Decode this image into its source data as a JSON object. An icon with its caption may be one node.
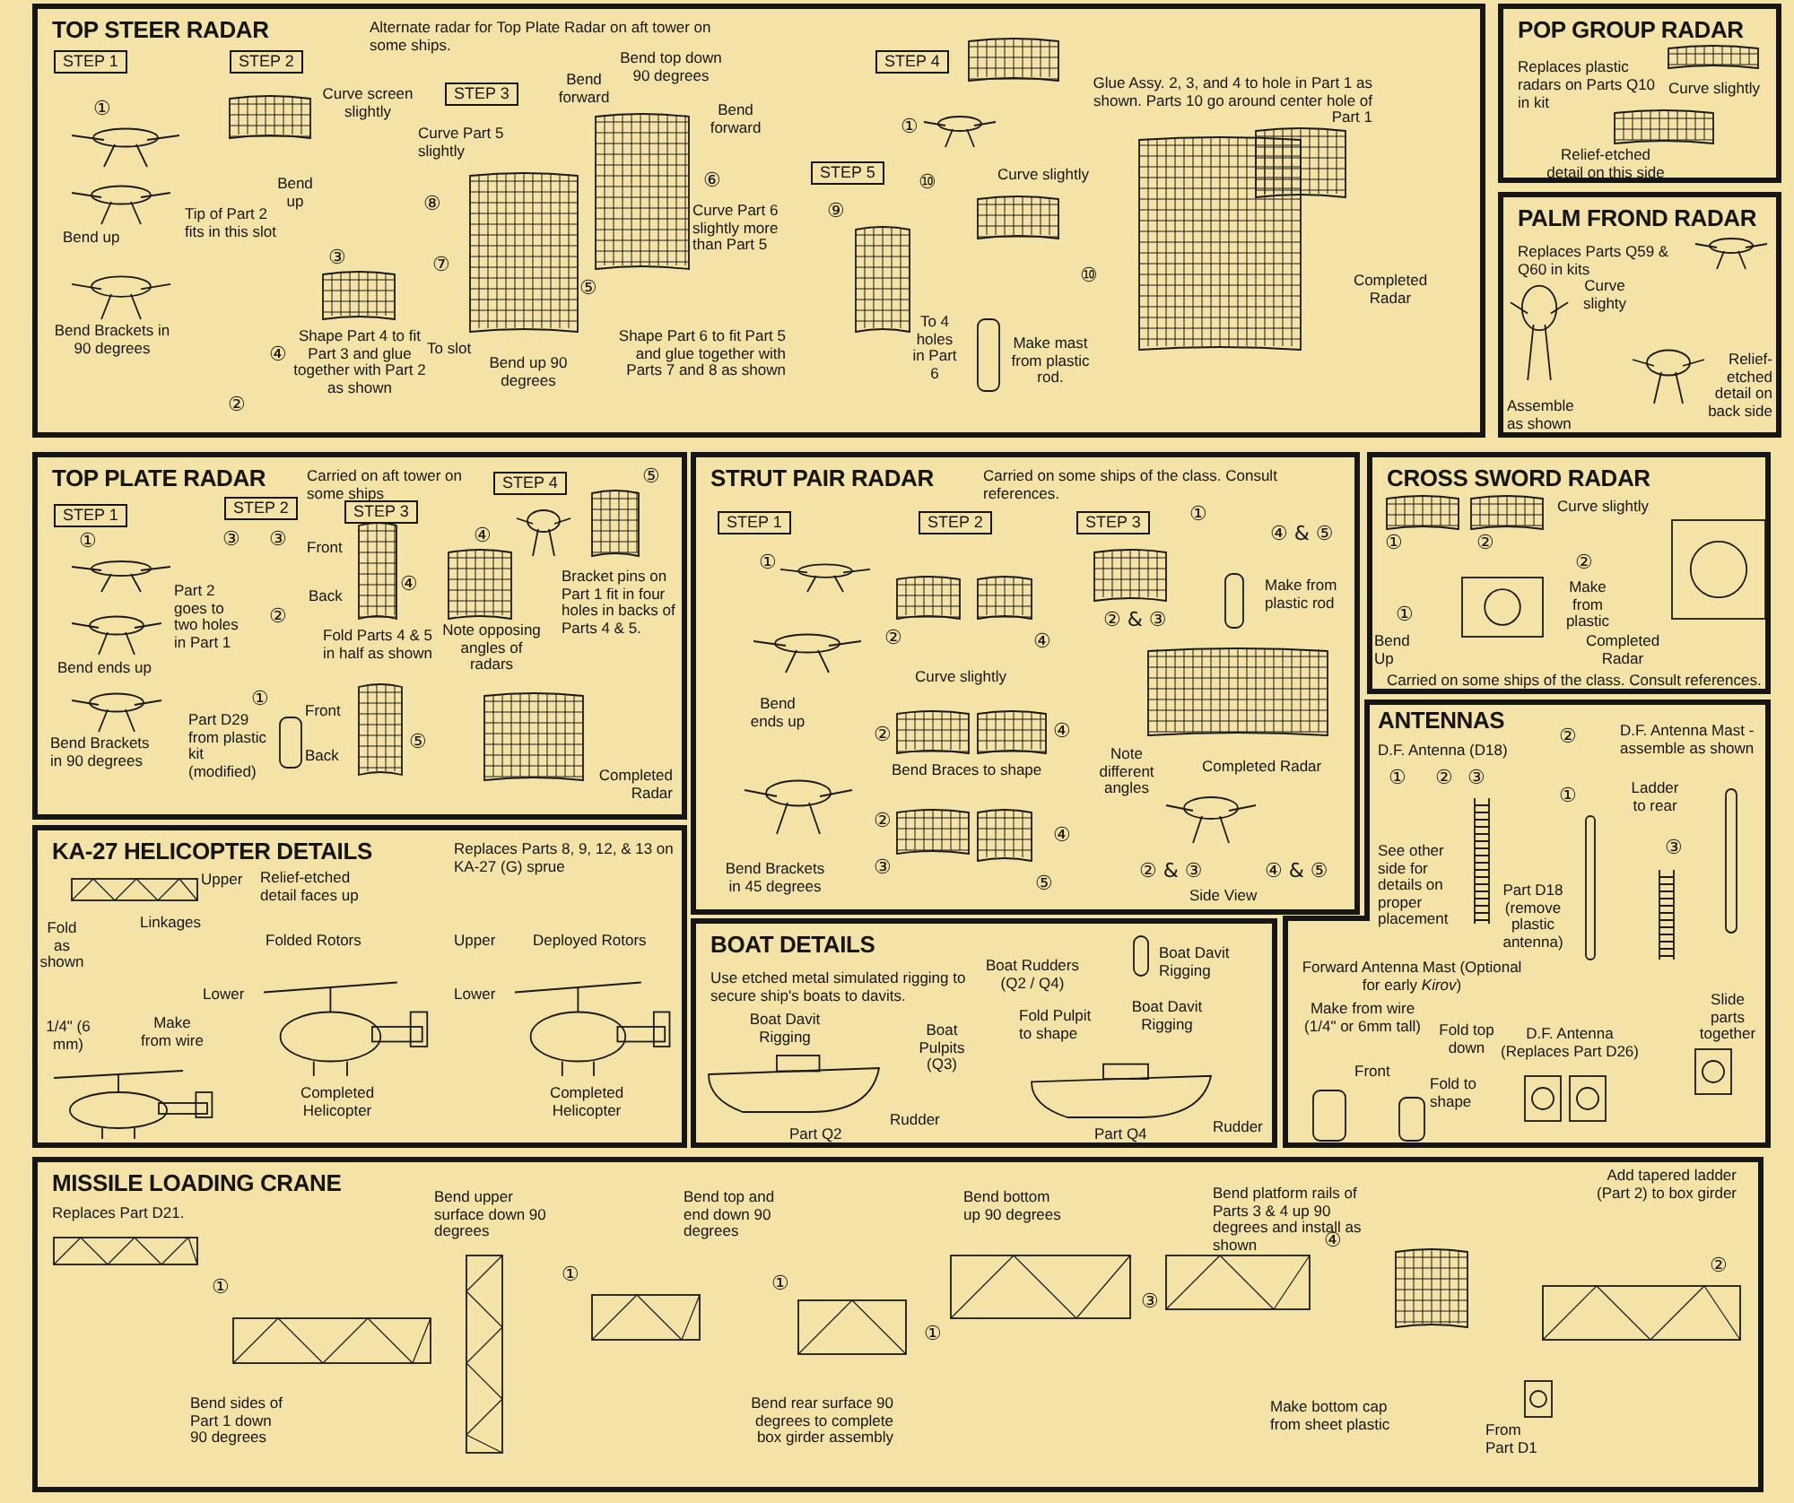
{
  "diagram": {
    "nodes": [
      {
        "text": [
          "TOP STEER RADAR",
          "Alternate radar for Top Plate Radar on aft tower on some ships."
        ]
      },
      {
        "text": [
          "STEP 1"
        ],
        "in": 0
      },
      {
        "text": [
          "STEP 2"
        ],
        "in": 0
      },
      {
        "text": [
          "STEP 3"
        ],
        "in": 0
      },
      {
        "text": [
          "STEP 4"
        ],
        "in": 0
      },
      {
        "text": [
          "STEP 5"
        ],
        "in": 0
      },
      {
        "text": [
          "POP GROUP RADAR",
          "Replaces plastic radars on Parts Q10 in kit"
        ]
      },
      {
        "text": [
          "PALM FROND RADAR",
          "Replaces Parts Q59 & Q60 in kits"
        ]
      },
      {
        "text": [
          "TOP PLATE RADAR",
          "Carried on aft tower on some ships"
        ]
      },
      {
        "text": [
          "STEP 1"
        ],
        "in": 8
      },
      {
        "text": [
          "STEP 2"
        ],
        "in": 8
      },
      {
        "text": [
          "STEP 3"
        ],
        "in": 8
      },
      {
        "text": [
          "STEP 4"
        ],
        "in": 8
      },
      {
        "text": [
          "STRUT PAIR RADAR",
          "Carried on some ships of the class. Consult references."
        ]
      },
      {
        "text": [
          "STEP 1"
        ],
        "in": 13
      },
      {
        "text": [
          "STEP 2"
        ],
        "in": 13
      },
      {
        "text": [
          "STEP 3"
        ],
        "in": 13
      },
      {
        "text": [
          "CROSS SWORD RADAR",
          "Carried on some ships of the class. Consult references."
        ]
      },
      {
        "text": [
          "ANTENNAS"
        ]
      },
      {
        "text": [
          "KA-27 HELICOPTER DETAILS",
          "Replaces Parts 8, 9, 12, & 13 on KA-27 (G) sprue"
        ]
      },
      {
        "text": [
          "BOAT DETAILS",
          "Use etched metal simulated rigging to secure ship's boats to davits."
        ]
      },
      {
        "text": [
          "MISSILE LOADING CRANE",
          "Replaces Part D21."
        ]
      }
    ],
    "labels": [
      "①",
      "Bend up",
      "Bend Brackets in 90 degrees",
      "Curve screen slightly",
      "Bend up",
      "Tip of Part 2 fits in this slot",
      "③",
      "④",
      "Shape Part 4 to fit Part 3 and glue together with Part 2 as shown",
      "②",
      "Curve Part 5 slightly",
      "⑧",
      "⑦",
      "To slot",
      "Bend up 90 degrees",
      "Bend forward",
      "Bend top down 90 degrees",
      "Bend forward",
      "⑥",
      "Curve Part 6 slightly more than Part 5",
      "⑤",
      "Shape Part 6 to fit Part 5 and glue together with Parts 7 and 8 as shown",
      "Glue Assy. 2, 3, and 4 to hole in Part 1 as shown. Parts 10 go around center hole of Part 1",
      "①",
      "⑨",
      "⑩",
      "Curve slightly",
      "⑩",
      "To 4 holes in Part 6",
      "Make mast from plastic rod.",
      "Completed Radar",
      "Curve slightly",
      "Relief-etched detail on this side",
      "Curve slighty",
      "Assemble as shown",
      "Relief-etched detail on back side",
      "①",
      "Bend ends up",
      "Bend Brackets in 90 degrees",
      "③",
      "③",
      "Part 2 goes to two holes in Part 1",
      "②",
      "①",
      "Part D29 from plastic kit (modified)",
      "Front",
      "Back",
      "④",
      "Fold Parts 4 & 5 in half as shown",
      "Front",
      "Back",
      "⑤",
      "④",
      "⑤",
      "Note opposing angles of radars",
      "Bracket pins on Part 1 fit in four holes in backs of Parts 4 & 5.",
      "Completed Radar",
      "Upper",
      "Relief-etched detail faces up",
      "Fold as shown",
      "Linkages",
      "Folded Rotors",
      "Upper",
      "Deployed Rotors",
      "Lower",
      "Lower",
      "1/4\" (6 mm)",
      "Make from wire",
      "Completed Helicopter",
      "Completed Helicopter",
      "①",
      "Bend ends up",
      "Bend Brackets in 45 degrees",
      "②",
      "④",
      "Curve slightly",
      "②",
      "④",
      "Bend Braces to shape",
      "②",
      "④",
      "③",
      "⑤",
      "①",
      "④ & ⑤",
      "Make from plastic rod",
      "② & ③",
      "Note different angles",
      "Completed Radar",
      "② & ③",
      "Side View",
      "④ & ⑤",
      "①",
      "②",
      "Curve slightly",
      "②",
      "Make from plastic",
      "①",
      "Bend Up",
      "Completed Radar",
      "D.F. Antenna (D18)",
      "②",
      "D.F. Antenna Mast - assemble as shown",
      "①",
      "②",
      "③",
      "①",
      "Ladder to rear",
      "③",
      "See other side for details on proper placement",
      "Part D18 (remove plastic antenna)",
      "Forward Antenna Mast (Optional for early *Kirov*)",
      "Make from wire (1/4\" or 6mm tall)",
      "Fold top down",
      "Front",
      "Fold to shape",
      "D.F. Antenna (Replaces Part D26)",
      "Slide parts together",
      "Boat Rudders (Q2 / Q4)",
      "Boat Davit Rigging",
      "Boat Davit Rigging",
      "Boat Pulpits (Q3)",
      "Fold Pulpit to shape",
      "Boat Davit Rigging",
      "Rudder",
      "Part Q2",
      "Rudder",
      "Part Q4",
      "①",
      "Bend sides of Part 1 down 90 degrees",
      "Bend upper surface down 90 degrees",
      "①",
      "Bend top and end down 90 degrees",
      "①",
      "Bend rear surface 90 degrees to complete box girder assembly",
      "Bend bottom up 90 degrees",
      "①",
      "Bend platform rails of Parts 3 & 4 up 90 degrees and install as shown",
      "④",
      "③",
      "Make bottom cap from sheet plastic",
      "Add tapered ladder (Part 2) to box girder",
      "②",
      "From Part D1"
    ]
  }
}
